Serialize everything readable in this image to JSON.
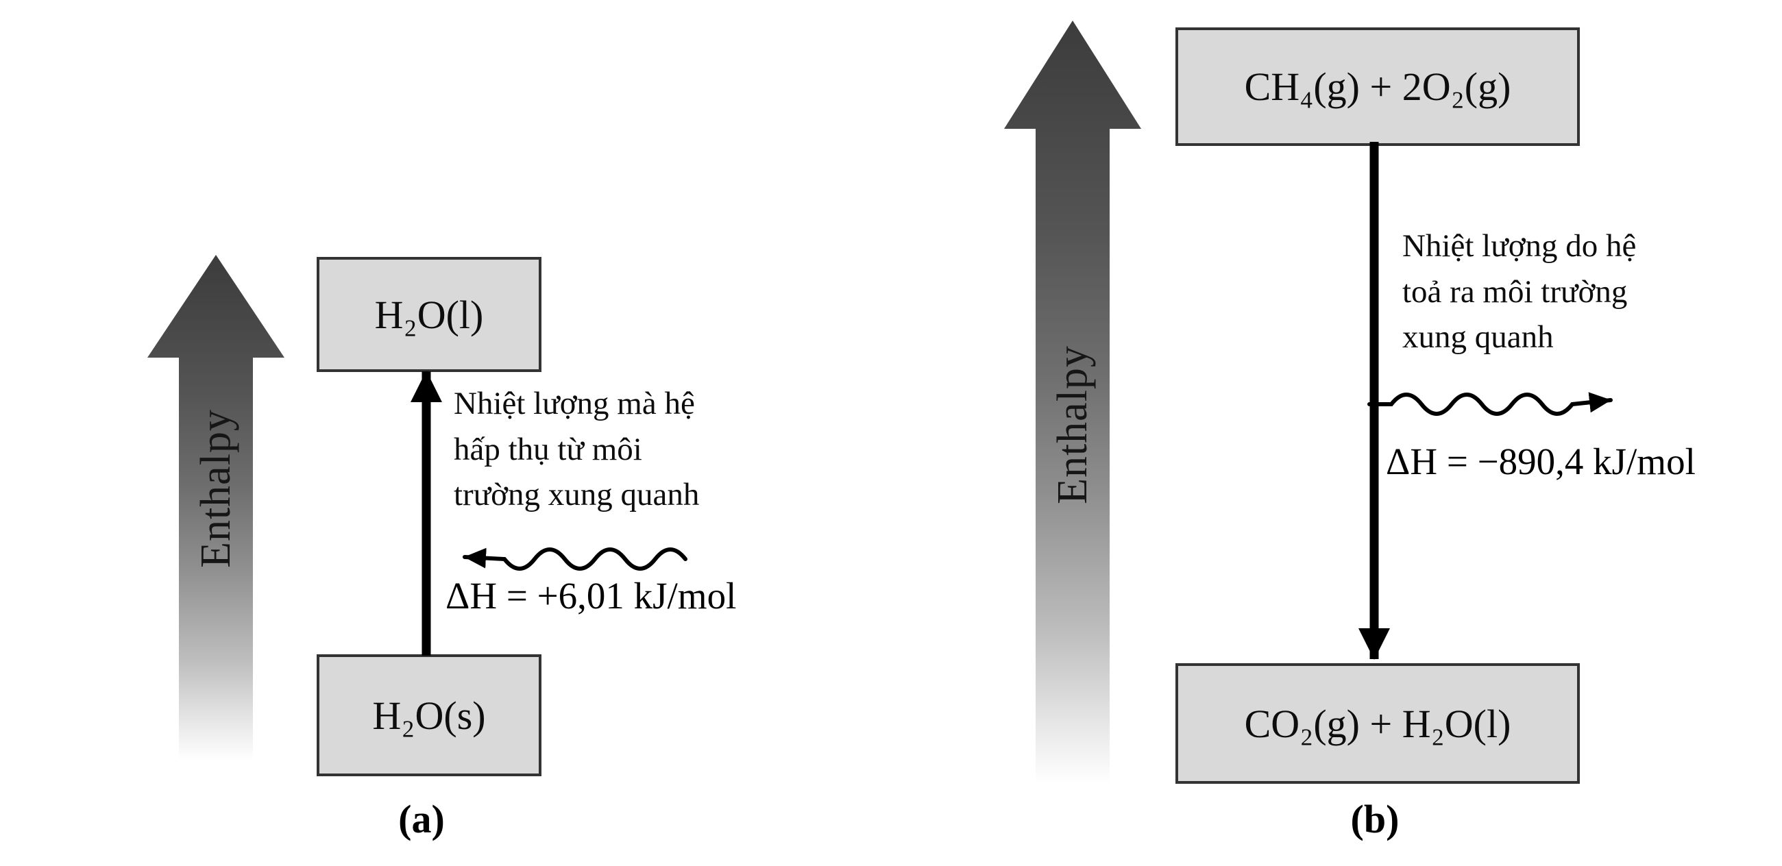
{
  "diagram_a": {
    "axis_label": "Enthalpy",
    "top_box": "H₂O(l)",
    "bottom_box": "H₂O(s)",
    "annotation": "Nhiệt lượng mà hệ\nhấp thụ từ môi\ntrường xung quanh",
    "delta_h": "ΔH = +6,01 kJ/mol",
    "caption": "(a)",
    "process_arrow_direction": "up"
  },
  "diagram_b": {
    "axis_label": "Enthalpy",
    "top_box": "CH₄(g) + 2O₂(g)",
    "bottom_box": "CO₂(g) + H₂O(l)",
    "annotation": "Nhiệt lượng do hệ\ntoả ra môi trường\nxung quanh",
    "delta_h": "ΔH = −890,4 kJ/mol",
    "caption": "(b)",
    "process_arrow_direction": "down"
  },
  "colors": {
    "background": "#ffffff",
    "box_fill": "#d9d9d9",
    "box_border": "#333333",
    "axis_arrow_dark": "#3c3c3c",
    "ink": "#000000"
  },
  "icons": {
    "enthalpy_axis_arrow": "up-gradient-arrow",
    "process_arrow": "straight-black-arrow",
    "heat_arrow": "wavy-arrow"
  }
}
